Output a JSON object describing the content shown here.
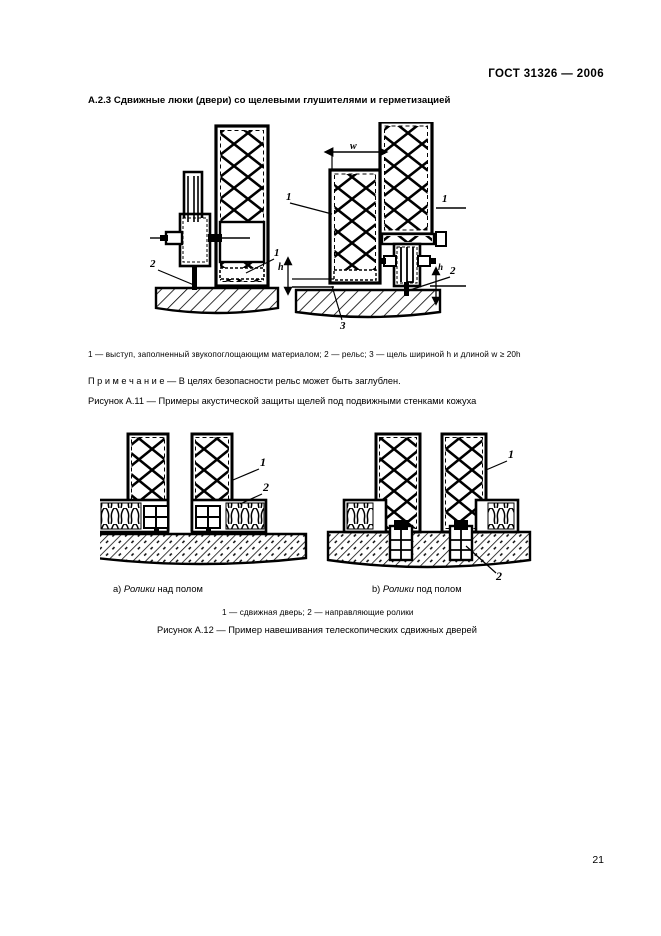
{
  "document": {
    "standard_header": "ГОСТ 31326 — 2006",
    "page_number": "21"
  },
  "section": {
    "heading": "А.2.3 Сдвижные люки (двери) со щелевыми глушителями и герметизацией"
  },
  "figure_a11": {
    "legend": "1 — выступ, заполненный звукопоглощающим материалом;  2 —   рельс;  3 — щель шириной h и длиной w ≥ 20h",
    "note_label": "П р и м е ч а н и е",
    "note_text": "— В целях безопасности  рельс может быть заглублен.",
    "caption": "Рисунок А.11 —  Примеры акустической защиты щелей под подвижными стенками кожуха",
    "callouts": {
      "left_1": "1",
      "left_2": "2",
      "right_1": "1",
      "right_2": "2",
      "right_3": "3",
      "dim_w": "w",
      "dim_h": "h",
      "scale_1": "1",
      "scale_h": "h"
    }
  },
  "figure_a12": {
    "subcaption_a": "a)  Ролики над полом",
    "subcaption_a_italic": "Ролики",
    "subcaption_b": "b)  Ролики под полом",
    "subcaption_b_italic": "Ролики",
    "legend": "1 — сдвижная дверь;  2 —  направляющие ролики",
    "caption": "Рисунок А.12 — Пример навешивания телескопических сдвижных  дверей",
    "callouts": {
      "a_1": "1",
      "a_2": "2",
      "b_1": "1",
      "b_2": "2"
    }
  },
  "colors": {
    "ink": "#000000",
    "paper": "#ffffff"
  }
}
